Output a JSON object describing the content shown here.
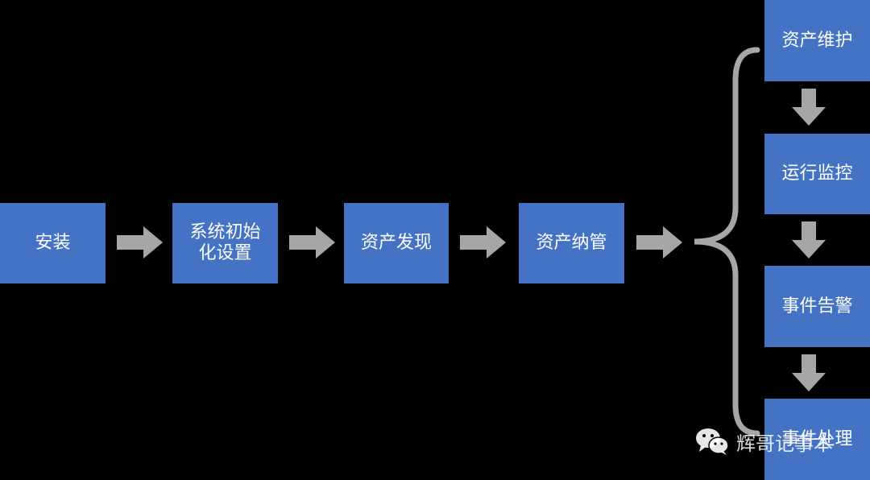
{
  "colors": {
    "box": "#4472C4",
    "arrow": "#A6A6A6",
    "background": "#000000",
    "brace": "#A6A6A6",
    "text": "#FFFFFF"
  },
  "main_flow": [
    {
      "id": "install",
      "label": "安装"
    },
    {
      "id": "init",
      "label": "系统初始\n化设置"
    },
    {
      "id": "discover",
      "label": "资产发现"
    },
    {
      "id": "manage",
      "label": "资产纳管"
    }
  ],
  "branch_flow": [
    {
      "id": "maintain",
      "label": "资产维护"
    },
    {
      "id": "monitor",
      "label": "运行监控"
    },
    {
      "id": "alert",
      "label": "事件告警"
    },
    {
      "id": "handle",
      "label": "事件处理"
    }
  ],
  "watermark": {
    "icon": "wechat-icon",
    "text": "辉哥记事本"
  }
}
